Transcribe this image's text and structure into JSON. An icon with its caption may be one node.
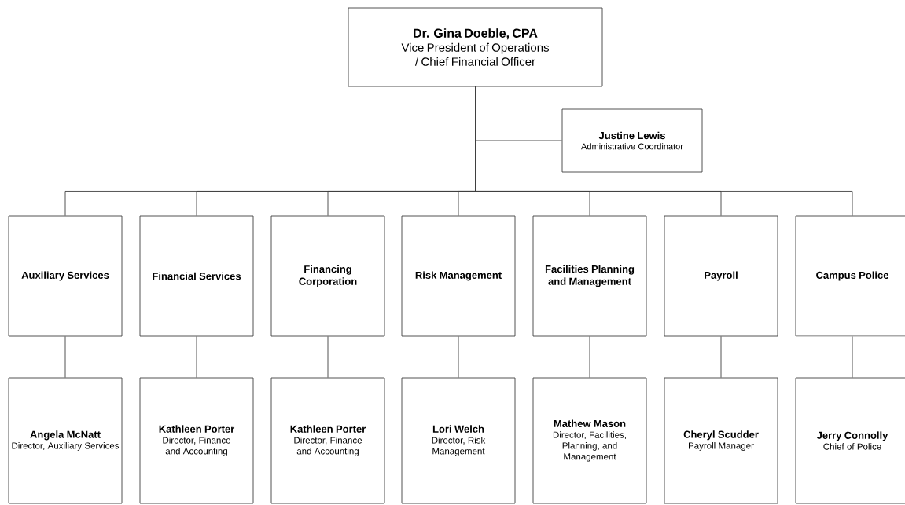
{
  "diagram": {
    "nodes": [
      {
        "text": [
          "Dr. Gina Doeble, CPA",
          "Vice President of Operations / Chief Financial Officer"
        ]
      },
      {
        "text": [
          "Justine Lewis",
          "Administrative Coordinator"
        ]
      },
      {
        "text": [
          "Auxiliary Services"
        ]
      },
      {
        "text": [
          "Financial Services"
        ]
      },
      {
        "text": [
          "Financing Corporation"
        ]
      },
      {
        "text": [
          "Risk Management"
        ]
      },
      {
        "text": [
          "Facilities Planning and Management"
        ]
      },
      {
        "text": [
          "Payroll"
        ]
      },
      {
        "text": [
          "Campus Police"
        ]
      },
      {
        "text": [
          "Angela McNatt",
          "Director, Auxiliary Services"
        ]
      },
      {
        "text": [
          "Kathleen Porter",
          "Director, Finance and Accounting"
        ]
      },
      {
        "text": [
          "Kathleen Porter",
          "Director, Finance and Accounting"
        ]
      },
      {
        "text": [
          "Lori Welch",
          "Director, Risk Management"
        ]
      },
      {
        "text": [
          "Mathew Mason",
          "Director, Facilities, Planning, and Management"
        ]
      },
      {
        "text": [
          "Cheryl Scudder",
          "Payroll Manager"
        ]
      },
      {
        "text": [
          "Jerry Connolly",
          "Chief of Police"
        ]
      }
    ],
    "edges": [
      {
        "from": 0,
        "to": 1,
        "arrow": "none"
      },
      {
        "from": 0,
        "to": 2,
        "arrow": "none"
      },
      {
        "from": 0,
        "to": 3,
        "arrow": "none"
      },
      {
        "from": 0,
        "to": 4,
        "arrow": "none"
      },
      {
        "from": 0,
        "to": 5,
        "arrow": "none"
      },
      {
        "from": 0,
        "to": 6,
        "arrow": "none"
      },
      {
        "from": 0,
        "to": 7,
        "arrow": "none"
      },
      {
        "from": 0,
        "to": 8,
        "arrow": "none"
      },
      {
        "from": 2,
        "to": 9,
        "arrow": "none"
      },
      {
        "from": 3,
        "to": 10,
        "arrow": "none"
      },
      {
        "from": 4,
        "to": 11,
        "arrow": "none"
      },
      {
        "from": 5,
        "to": 12,
        "arrow": "none"
      },
      {
        "from": 6,
        "to": 13,
        "arrow": "none"
      },
      {
        "from": 7,
        "to": 14,
        "arrow": "none"
      },
      {
        "from": 8,
        "to": 15,
        "arrow": "none"
      }
    ]
  }
}
